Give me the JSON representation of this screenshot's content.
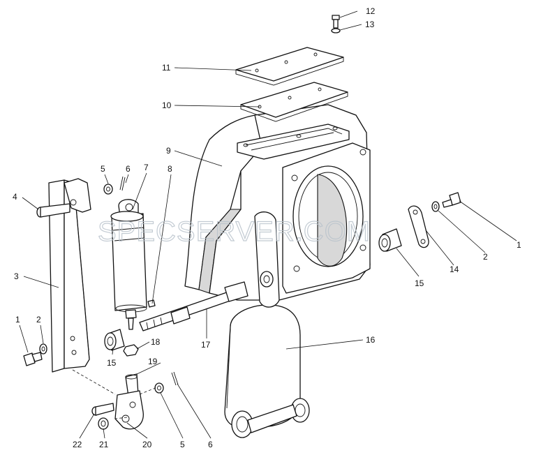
{
  "watermark": "SPECSERVER.COM",
  "callouts": {
    "c1_right": "1",
    "c1_left": "1",
    "c2_right": "2",
    "c2_left": "2",
    "c3": "3",
    "c4": "4",
    "c5_top": "5",
    "c5_bottom": "5",
    "c6_top": "6",
    "c6_bottom": "6",
    "c7": "7",
    "c8": "8",
    "c9": "9",
    "c10": "10",
    "c11": "11",
    "c12": "12",
    "c13": "13",
    "c14": "14",
    "c15_right": "15",
    "c15_left": "15",
    "c16": "16",
    "c17": "17",
    "c18": "18",
    "c19": "19",
    "c20": "20",
    "c21": "21",
    "c22": "22"
  }
}
